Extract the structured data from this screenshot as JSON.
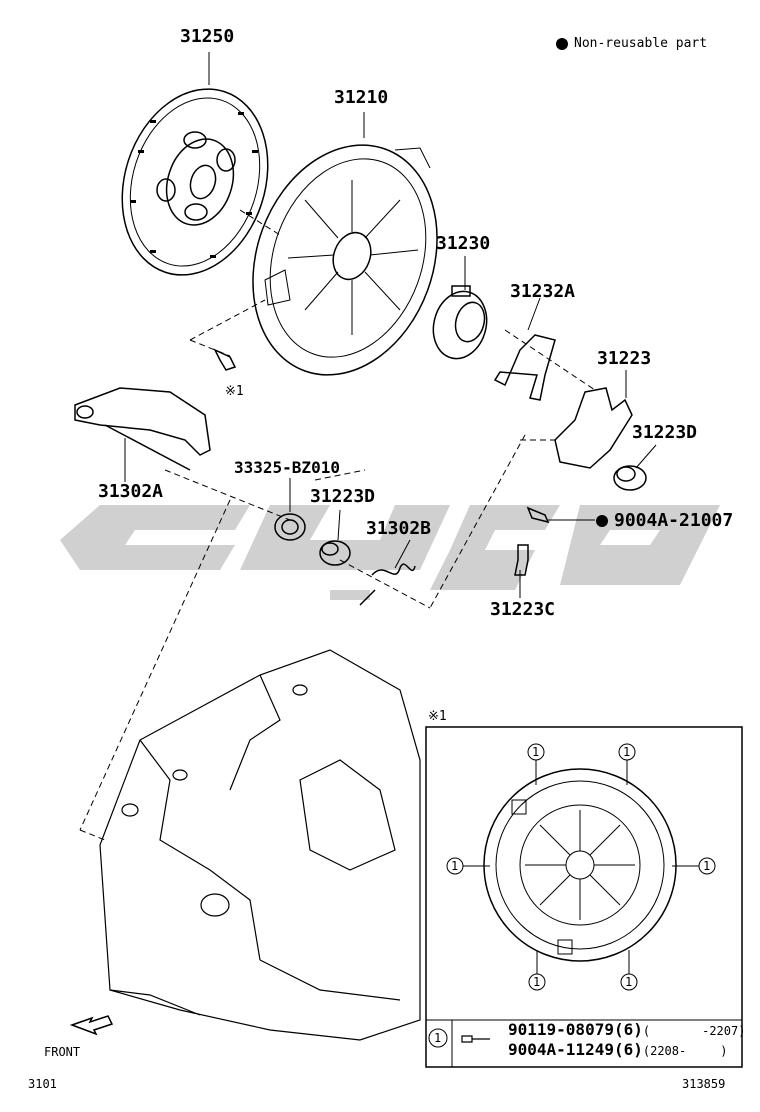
{
  "legend": {
    "text": "Non-reusable part",
    "icon": "filled-circle"
  },
  "part_numbers": {
    "p31250": "31250",
    "p31210": "31210",
    "p31230": "31230",
    "p31232A": "31232A",
    "p31223": "31223",
    "p31223D_a": "31223D",
    "p31302A": "31302A",
    "p33325": "33325-BZ010",
    "p31223D_b": "31223D",
    "p31302B": "31302B",
    "p9004A": "9004A-21007",
    "p31223C": "31223C"
  },
  "ref_mark": "※1",
  "inset": {
    "ref_mark": "※1",
    "callout": "1",
    "rows": [
      {
        "part": "90119-08079",
        "qty": "(6)",
        "range_open": "(",
        "range": "-2207)"
      },
      {
        "part": "9004A-11249",
        "qty": "(6)",
        "range_open": "(2208-",
        "range": ")"
      }
    ]
  },
  "front_label": "FRONT",
  "footer": {
    "left": "3101",
    "right": "313859"
  },
  "colors": {
    "line": "#000000",
    "watermark": "#c8c8c8"
  }
}
